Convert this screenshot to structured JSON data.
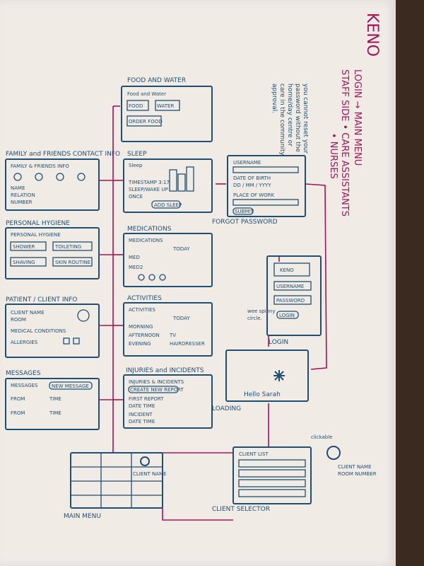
{
  "title": "KENO",
  "subtitle_lines": [
    "LOGIN → MAIN MENU",
    "STAFF SIDE • CARE ASSISTANTS",
    "• NURSES"
  ],
  "note_password": [
    "you cannot reset your",
    "password without the",
    "home/day centre or",
    "care in the community",
    "approval."
  ],
  "note_loading": [
    "wee spinny",
    "circle."
  ],
  "note_client": [
    "CLIENT NAME",
    "ROOM NUMBER"
  ],
  "note_clickable": "clickable",
  "screens": {
    "login": {
      "caption": "LOGIN",
      "logo": "KENO",
      "fields": [
        "USERNAME",
        "PASSWORD"
      ],
      "button": "LOGIN"
    },
    "forgot": {
      "caption": "FORGOT PASSWORD",
      "fields": [
        "USERNAME",
        "DATE OF BIRTH",
        "DD / MM / YYYY",
        "PLACE OF WORK"
      ],
      "button": "SUBMIT"
    },
    "loading": {
      "caption": "LOADING",
      "text": "Hello Sarah"
    },
    "client_selector": {
      "caption": "CLIENT SELECTOR",
      "header": "CLIENT LIST"
    },
    "main_menu": {
      "caption": "MAIN MENU",
      "name": "CLIENT NAME"
    },
    "food": {
      "caption": "FOOD AND WATER",
      "header": "Food and Water",
      "buttons": [
        "FOOD",
        "WATER",
        "ORDER FOOD"
      ]
    },
    "sleep": {
      "caption": "SLEEP",
      "header": "Sleep",
      "text": [
        "TIMESTAMP 3:17",
        "SLEEP/WAKE UP",
        "ONCE"
      ],
      "button": "ADD SLEEP"
    },
    "medications": {
      "caption": "MEDICATIONS",
      "header": "MEDICATIONS",
      "items": [
        "MED",
        "MED2"
      ],
      "today": "TODAY"
    },
    "activities": {
      "caption": "ACTIVITIES",
      "header": "ACTIVITIES",
      "today": "TODAY",
      "items": [
        "MORNING",
        "AFTERNOON",
        "EVENING",
        "TV",
        "HAIRDRESSER"
      ]
    },
    "injuries": {
      "caption": "INJURIES and INCIDENTS",
      "header": "INJURIES & INCIDENTS",
      "button": "CREATE NEW REPORT",
      "rows": [
        "FIRST REPORT",
        "DATE TIME",
        "INCIDENT",
        "DATE TIME"
      ]
    },
    "family": {
      "caption": "FAMILY and FRIENDS CONTACT INFO",
      "header": "FAMILY & FRIENDS INFO",
      "rows": [
        "NAME",
        "RELATION",
        "NUMBER"
      ]
    },
    "hygiene": {
      "caption": "PERSONAL HYGIENE",
      "header": "PERSONAL HYGIENE",
      "buttons": [
        "SHOWER",
        "TOILETING",
        "SHAVING",
        "SKIN ROUTINE"
      ]
    },
    "patient": {
      "caption": "PATIENT / CLIENT INFO",
      "header": "CLIENT NAME",
      "sub": "ROOM",
      "items": [
        "MEDICAL CONDITIONS",
        "ALLERGIES"
      ]
    },
    "messages": {
      "caption": "MESSAGES",
      "header": "MESSAGES",
      "button": "NEW MESSAGE",
      "rows": [
        "FROM",
        "TIME"
      ]
    }
  }
}
